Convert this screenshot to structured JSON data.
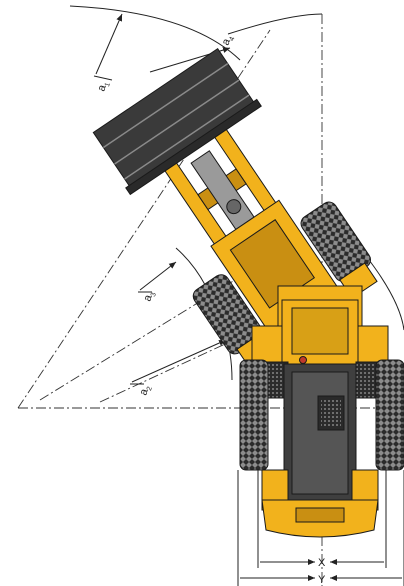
{
  "labels": {
    "a1": {
      "main": "a",
      "sub": "1"
    },
    "a2": {
      "main": "a",
      "sub": "2"
    },
    "a3": {
      "main": "a",
      "sub": "3"
    },
    "a4": {
      "main": "a",
      "sub": "4"
    },
    "x": "X",
    "y": "Y"
  },
  "colors": {
    "body_yellow": "#f2b21c",
    "body_shade": "#c98f12",
    "bucket_dark": "#3a3a3a",
    "tire_dark": "#2b2b2b",
    "tire_tread": "#8c8c8c",
    "cab_gray": "#5a5a5a",
    "line": "#1a1a1a"
  }
}
